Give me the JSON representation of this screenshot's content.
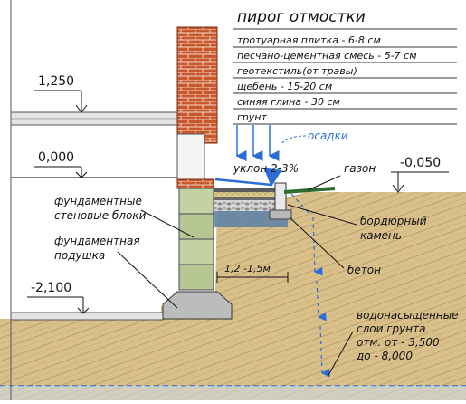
{
  "title": "пирог отмостки",
  "layers": [
    "тротуарная плитка - 6-8 см",
    "песчано-цементная смесь - 5-7 см",
    "геотекстиль(от травы)",
    "щебень - 15-20 см",
    "синяя глина - 30 см",
    "грунт"
  ],
  "levels": {
    "top": "1,250",
    "zero": "0,000",
    "right": "-0,050",
    "bottom": "-2,100"
  },
  "labels": {
    "rain": "осадки",
    "slope": "уклон 2-3%",
    "lawn": "газон",
    "blocks_line1": "фундаментные",
    "blocks_line2": "стеновые блоки",
    "pad_line1": "фундаментная",
    "pad_line2": "подушка",
    "curb_line1": "бордюрный",
    "curb_line2": "камень",
    "concrete": "бетон",
    "width": "1,2 -1,5м",
    "water_line1": "водонасыщенные",
    "water_line2": "слои грунта",
    "water_line3": "отм. от  - 3,500",
    "water_line4": "до  - 8,000"
  },
  "colors": {
    "brick": "#c9572c",
    "soil": "#d9c08a",
    "block": "#c3d1a3",
    "rain": "#2b6fd6",
    "concrete": "#b8b8b8"
  }
}
